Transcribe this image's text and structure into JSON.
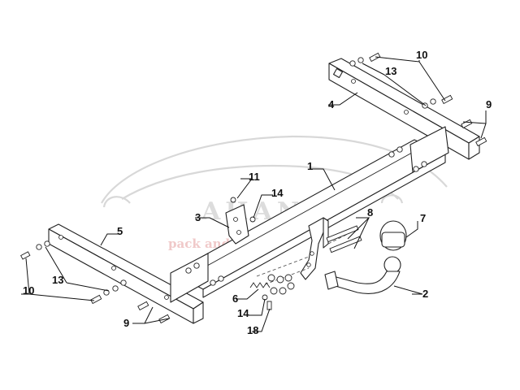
{
  "watermark": {
    "brand": "AHANA",
    "tagline": "pack and travel"
  },
  "callouts": {
    "c1": "1",
    "c2": "2",
    "c3": "3",
    "c4": "4",
    "c5": "5",
    "c6": "6",
    "c7": "7",
    "c8": "8",
    "c9a": "9",
    "c9b": "9",
    "c10a": "10",
    "c10b": "10",
    "c11": "11",
    "c13a": "13",
    "c13b": "13",
    "c14a": "14",
    "c14b": "14",
    "c18": "18"
  }
}
